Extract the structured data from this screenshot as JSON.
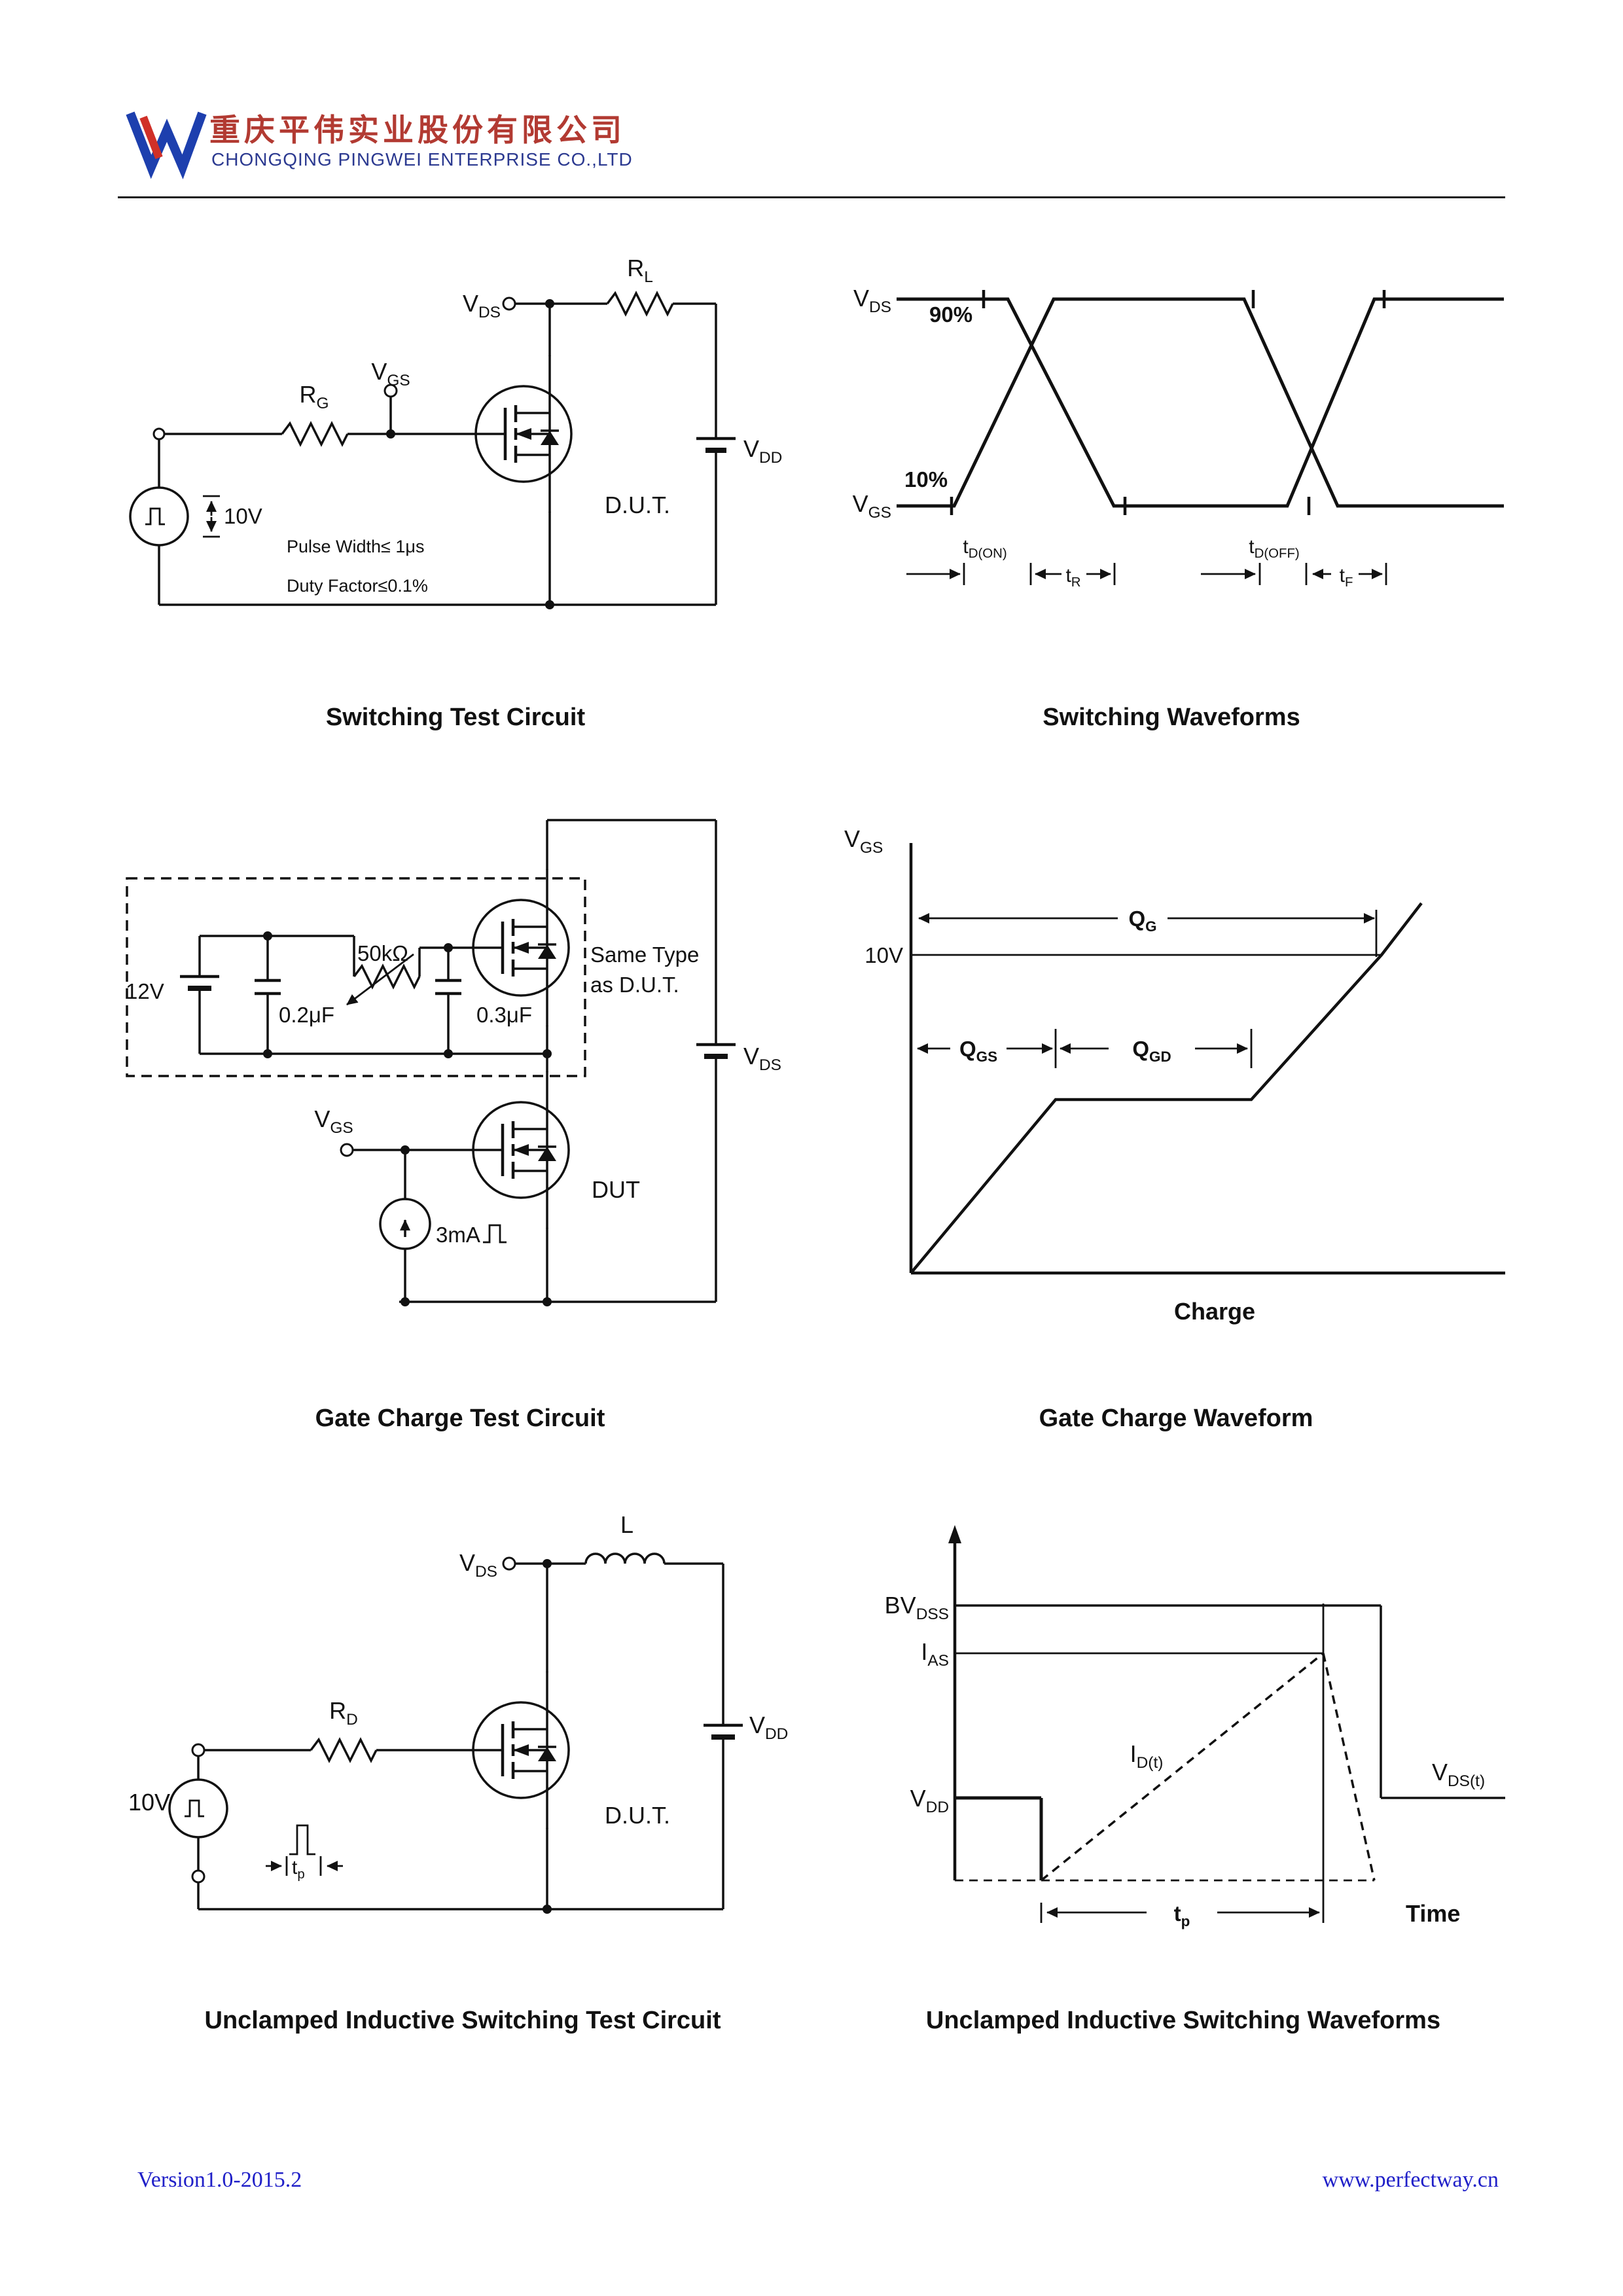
{
  "header": {
    "company_cn": "重庆平伟实业股份有限公司",
    "company_en": "CHONGQING PINGWEI ENTERPRISE CO.,LTD"
  },
  "captions": {
    "c1": "Switching Test Circuit",
    "c2": "Switching Waveforms",
    "c3": "Gate Charge Test Circuit",
    "c4": "Gate Charge Waveform",
    "c5": "Unclamped Inductive Switching Test Circuit",
    "c6": "Unclamped Inductive Switching Waveforms"
  },
  "footer": {
    "version": "Version1.0-2015.2",
    "website": "www.perfectway.cn"
  },
  "sym": {
    "vds": {
      "m": "V",
      "s": "DS"
    },
    "vgs": {
      "m": "V",
      "s": "GS"
    },
    "vdd": {
      "m": "V",
      "s": "DD"
    },
    "rl": {
      "m": "R",
      "s": "L"
    },
    "rg": {
      "m": "R",
      "s": "G"
    },
    "rd": {
      "m": "R",
      "s": "D"
    },
    "qg": {
      "m": "Q",
      "s": "G"
    },
    "qgs": {
      "m": "Q",
      "s": "GS"
    },
    "qgd": {
      "m": "Q",
      "s": "GD"
    },
    "tdon": {
      "m": "t",
      "s": "D(ON)"
    },
    "tr": {
      "m": "t",
      "s": "R"
    },
    "tdoff": {
      "m": "t",
      "s": "D(OFF)"
    },
    "tf": {
      "m": "t",
      "s": "F"
    },
    "tp": {
      "m": "t",
      "s": "p"
    },
    "bvdss": {
      "m": "BV",
      "s": "DSS"
    },
    "ias": {
      "m": "I",
      "s": "AS"
    },
    "idt": {
      "m": "I",
      "s": "D(t)"
    },
    "vdst": {
      "m": "V",
      "s": "DS(t)"
    }
  },
  "circuit1": {
    "v10": "10V",
    "pulse_width": "Pulse Width≤ 1μs",
    "duty_factor": "Duty Factor≤0.1%",
    "dut": "D.U.T."
  },
  "wave1": {
    "p90": "90%",
    "p10": "10%"
  },
  "circuit2": {
    "v12": "12V",
    "c02": "0.2μF",
    "r50k": "50kΩ",
    "c03": "0.3μF",
    "same_type_1": "Same Type",
    "same_type_2": "as D.U.T.",
    "i3ma": "3mA",
    "dut": "DUT"
  },
  "wave2": {
    "v10": "10V",
    "xlabel": "Charge"
  },
  "circuit3": {
    "v10": "10V",
    "l": "L",
    "dut": "D.U.T."
  },
  "wave3": {
    "xlabel": "Time"
  }
}
